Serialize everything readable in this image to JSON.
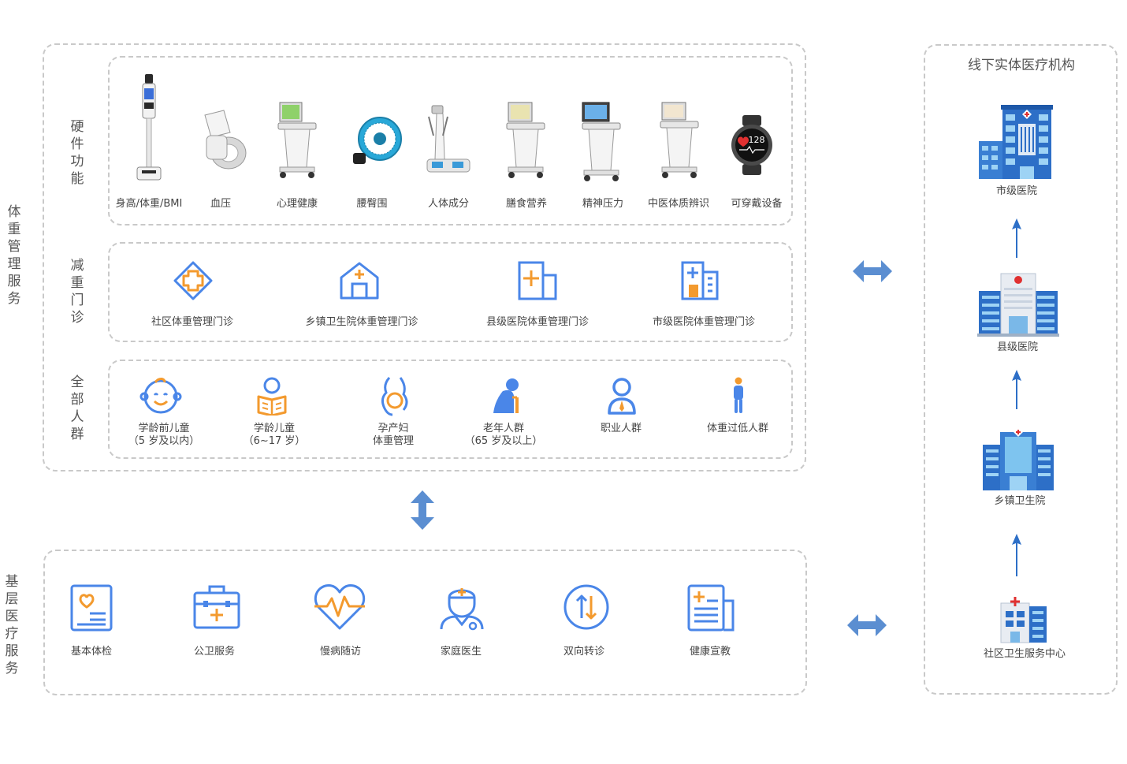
{
  "left": {
    "weight_label": "体重管理服务",
    "hardware": {
      "label": "硬件功能",
      "items": [
        "身高/体重/BMI",
        "血压",
        "心理健康",
        "腰臀围",
        "人体成分",
        "膳食营养",
        "精神压力",
        "中医体质辨识",
        "可穿戴设备"
      ],
      "watch_reading": "128"
    },
    "clinics": {
      "label": "减重门诊",
      "items": [
        "社区体重管理门诊",
        "乡镇卫生院体重管理门诊",
        "县级医院体重管理门诊",
        "市级医院体重管理门诊"
      ]
    },
    "population": {
      "label": "全部人群",
      "items": [
        {
          "l1": "学龄前儿童",
          "l2": "（5 岁及以内）"
        },
        {
          "l1": "学龄儿童",
          "l2": "（6~17 岁）"
        },
        {
          "l1": "孕产妇",
          "l2": "体重管理"
        },
        {
          "l1": "老年人群",
          "l2": "（65 岁及以上）"
        },
        {
          "l1": "职业人群",
          "l2": ""
        },
        {
          "l1": "体重过低人群",
          "l2": ""
        }
      ]
    },
    "primary_label": "基层医疗服务",
    "primary": {
      "items": [
        "基本体检",
        "公卫服务",
        "慢病随访",
        "家庭医生",
        "双向转诊",
        "健康宣教"
      ]
    }
  },
  "right": {
    "title": "线下实体医疗机构",
    "items": [
      "市级医院",
      "县级医院",
      "乡镇卫生院",
      "社区卫生服务中心"
    ]
  },
  "colors": {
    "blue": "#4a86e8",
    "orange": "#f39a2e",
    "arrow": "#5b8ed1",
    "dash": "#c9c9c9"
  }
}
